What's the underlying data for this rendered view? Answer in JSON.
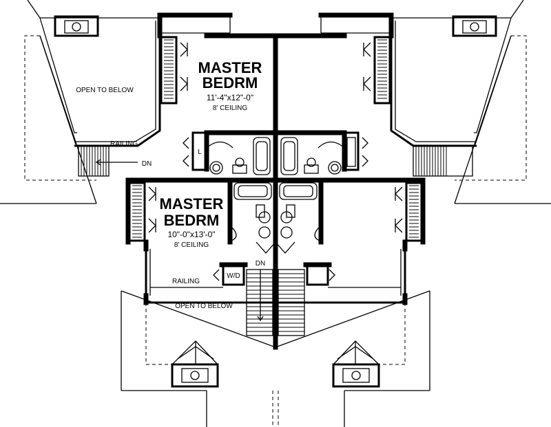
{
  "rooms": {
    "upper_master": {
      "name": "MASTER BEDRM",
      "line1": "MASTER",
      "line2": "BEDRM",
      "size": "11'-4\"x12\"-0\"",
      "ceiling": "8' CEILING"
    },
    "lower_master": {
      "name": "MASTER BEDRM",
      "line1": "MASTER",
      "line2": "BEDRM",
      "size": "10\"-0\"x13'-0\"",
      "ceiling": "8' CEILING"
    }
  },
  "labels": {
    "open_upper": "OPEN TO BELOW",
    "open_lower": "OPEN TO BELOW",
    "railing_upper": "RAILING",
    "railing_lower": "RAILING",
    "dn_upper": "DN",
    "dn_center": "DN",
    "wd": "W/D",
    "linen": "L"
  }
}
